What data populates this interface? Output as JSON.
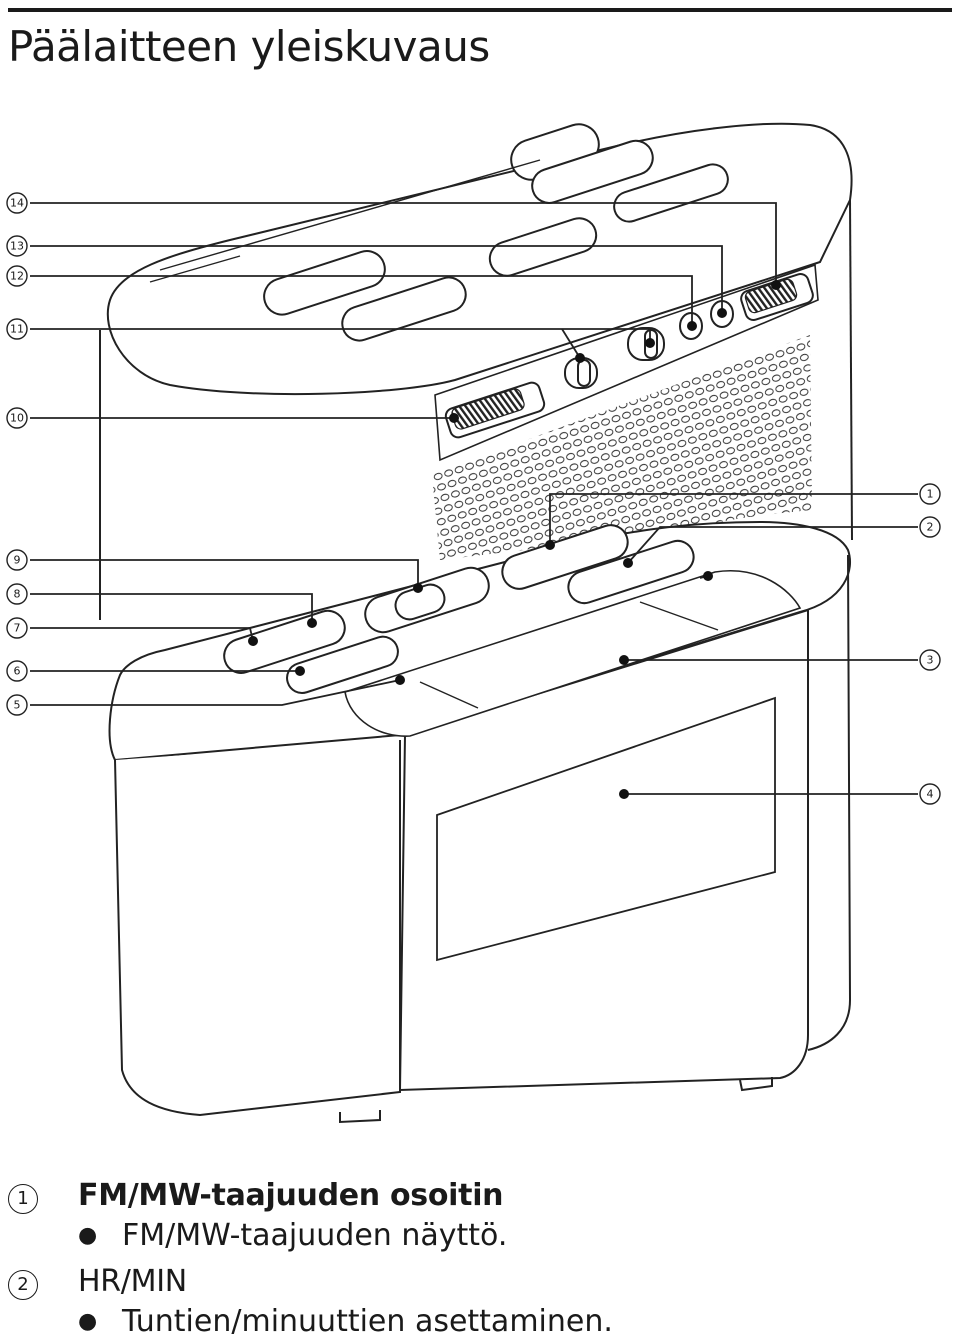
{
  "page": {
    "title": "Päälaitteen yleiskuvaus"
  },
  "callouts": [
    {
      "num": "1"
    },
    {
      "num": "2"
    },
    {
      "num": "3"
    },
    {
      "num": "4"
    },
    {
      "num": "5"
    },
    {
      "num": "6"
    },
    {
      "num": "7"
    },
    {
      "num": "8"
    },
    {
      "num": "9"
    },
    {
      "num": "10"
    },
    {
      "num": "11"
    },
    {
      "num": "12"
    },
    {
      "num": "13"
    },
    {
      "num": "14"
    }
  ],
  "legend": [
    {
      "num": "1",
      "title": "FM/MW-taajuuden osoitin",
      "bullet": "FM/MW-taajuuden näyttö."
    },
    {
      "num": "2",
      "title": "HR/MIN",
      "bullet": "Tuntien/minuuttien asettaminen."
    }
  ]
}
